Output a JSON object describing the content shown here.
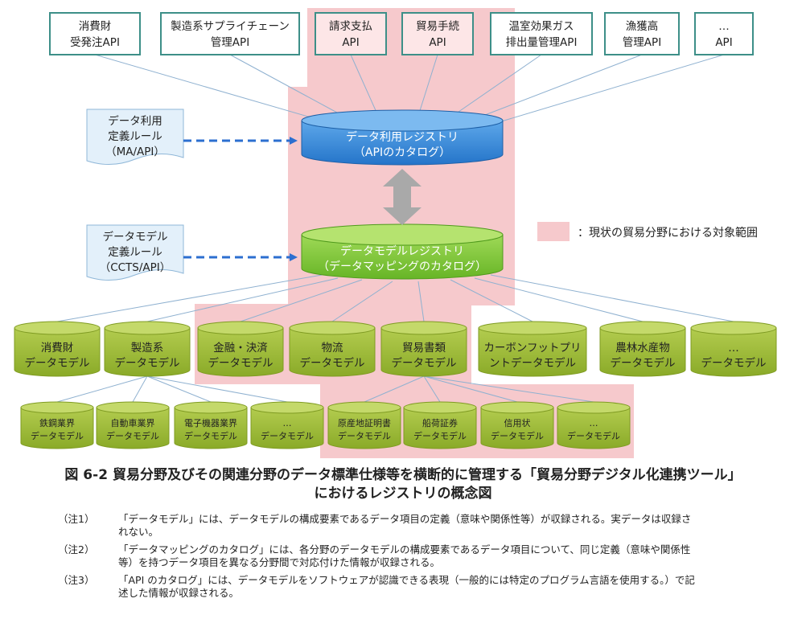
{
  "apis": [
    {
      "id": "api-consumer",
      "l1": "消費財",
      "l2": "受発注API"
    },
    {
      "id": "api-manufacturing",
      "l1": "製造系サプライチェーン",
      "l2": "管理API"
    },
    {
      "id": "api-billing",
      "l1": "請求支払",
      "l2": "API"
    },
    {
      "id": "api-trade",
      "l1": "貿易手続",
      "l2": "API"
    },
    {
      "id": "api-ghg",
      "l1": "温室効果ガス",
      "l2": "排出量管理API"
    },
    {
      "id": "api-fishery",
      "l1": "漁獲高",
      "l2": "管理API"
    },
    {
      "id": "api-other",
      "l1": "…",
      "l2": "API"
    }
  ],
  "rules": [
    {
      "id": "data-usage-rule",
      "lines": [
        "データ利用",
        "定義ルール",
        "（MA/API）"
      ]
    },
    {
      "id": "data-model-rule",
      "lines": [
        "データモデル",
        "定義ルール",
        "（CCTS/API）"
      ]
    }
  ],
  "registries": {
    "usage": {
      "l1": "データ利用レジストリ",
      "l2": "（APIのカタログ）"
    },
    "model": {
      "l1": "データモデルレジストリ",
      "l2": "（データマッピングのカタログ）"
    }
  },
  "legend": {
    "text": "：現状の貿易分野における対象範囲"
  },
  "models": [
    {
      "id": "model-consumer",
      "l1": "消費財",
      "l2": "データモデル"
    },
    {
      "id": "model-manufacturing",
      "l1": "製造系",
      "l2": "データモデル"
    },
    {
      "id": "model-finance",
      "l1": "金融・決済",
      "l2": "データモデル"
    },
    {
      "id": "model-logistics",
      "l1": "物流",
      "l2": "データモデル"
    },
    {
      "id": "model-trade-docs",
      "l1": "貿易書類",
      "l2": "データモデル"
    },
    {
      "id": "model-carbon",
      "l1": "カーボンフットプリ",
      "l2": "ントデータモデル"
    },
    {
      "id": "model-agri",
      "l1": "農林水産物",
      "l2": "データモデル"
    },
    {
      "id": "model-other",
      "l1": "…",
      "l2": "データモデル"
    }
  ],
  "submodels": [
    {
      "id": "sub-steel",
      "l1": "鉄鋼業界",
      "l2": "データモデル"
    },
    {
      "id": "sub-auto",
      "l1": "自動車業界",
      "l2": "データモデル"
    },
    {
      "id": "sub-electronics",
      "l1": "電子機器業界",
      "l2": "データモデル"
    },
    {
      "id": "sub-mfg-other",
      "l1": "…",
      "l2": "データモデル"
    },
    {
      "id": "sub-origin",
      "l1": "原産地証明書",
      "l2": "データモデル"
    },
    {
      "id": "sub-bl",
      "l1": "船荷証券",
      "l2": "データモデル"
    },
    {
      "id": "sub-lc",
      "l1": "信用状",
      "l2": "データモデル"
    },
    {
      "id": "sub-trade-other",
      "l1": "…",
      "l2": "データモデル"
    }
  ],
  "caption": {
    "line1": "図 6-2 貿易分野及びその関連分野のデータ標準仕様等を横断的に管理する「貿易分野デジタル化連携ツール」",
    "line2": "におけるレジストリの概念図"
  },
  "notes": [
    {
      "label": "（注1）",
      "lines": [
        "「データモデル」には、データモデルの構成要素であるデータ項目の定義（意味や関係性等）が収録される。実データは収録さ",
        "れない。"
      ]
    },
    {
      "label": "（注2）",
      "lines": [
        "「データマッピングのカタログ」には、各分野のデータモデルの構成要素であるデータ項目について、同じ定義（意味や関係性",
        "等）を持つデータ項目を異なる分野間で対応付けた情報が収録される。"
      ]
    },
    {
      "label": "（注3）",
      "lines": [
        "「API のカタログ」には、データモデルをソフトウェアが認識できる表現（一般的には特定のプログラム言語を使用する。）で記",
        "述した情報が収録される。"
      ]
    }
  ]
}
